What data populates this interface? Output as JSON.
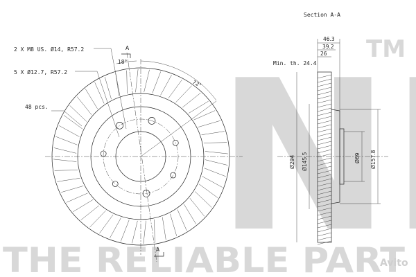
{
  "watermark": {
    "brand": "NK",
    "tm": "TM",
    "slogan": "THE RELIABLE PART",
    "avito_text": "Avito"
  },
  "front_view": {
    "hole_label_1": "2 X M8 US. Ø14, R57.2",
    "hole_label_2": "5 X Ø12.7, R57.2",
    "fins_label": "48 pcs.",
    "angle_1": "18°",
    "angle_2": "72°",
    "section_mark_top": "A",
    "section_mark_bottom": "A"
  },
  "section_view": {
    "title": "Section A-A",
    "min_thickness": "Min. th. 24.4",
    "dims": {
      "width_total": "46.3",
      "width_hat": "39.2",
      "width_disc": "26",
      "d_outer": "Ø294",
      "d_inner_ring": "Ø145.5",
      "d_center": "Ø69",
      "d_hat": "Ø157.8"
    }
  },
  "colors": {
    "line": "#222222",
    "watermark": "#d8d8d8"
  }
}
